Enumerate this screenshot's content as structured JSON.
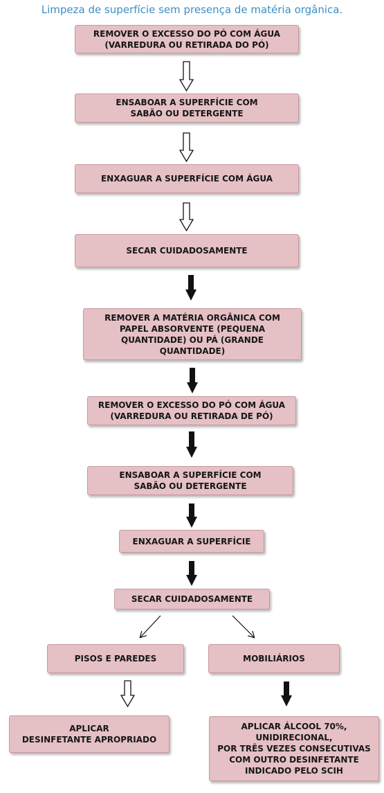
{
  "title": "Limpeza de superfície sem presença de matéria orgânica.",
  "steps": {
    "s1": "REMOVER O EXCESSO DO PÓ COM ÁGUA\n(VARREDURA OU RETIRADA DO PÓ)",
    "s2": "ENSABOAR A SUPERFÍCIE COM\nSABÃO OU DETERGENTE",
    "s3": "ENXAGUAR A SUPERFÍCIE COM ÁGUA",
    "s4": "SECAR CUIDADOSAMENTE",
    "s5": "REMOVER A MATÉRIA ORGÂNICA COM\nPAPEL ABSORVENTE (PEQUENA\nQUANTIDADE) OU PÁ (GRANDE\nQUANTIDADE)",
    "s6": "REMOVER O EXCESSO DO PÓ COM ÁGUA\n(VARREDURA OU RETIRADA DE PÓ)",
    "s7": "ENSABOAR A SUPERFÍCIE COM\nSABÃO OU DETERGENTE",
    "s8": "ENXAGUAR A SUPERFÍCIE",
    "s9": "SECAR CUIDADOSAMENTE",
    "pisos": "PISOS E PAREDES",
    "mobiliarios": "MOBILIÁRIOS",
    "aplicar_pisos": "APLICAR\nDESINFETANTE APROPRIADO",
    "aplicar_mob": "APLICAR ÁLCOOL 70%,\nUNIDIRECIONAL,\nPOR TRÊS VEZES CONSECUTIVAS\nCOM OUTRO DESINFETANTE\nINDICADO PELO SCIH"
  },
  "colors": {
    "title": "#3a8fc7",
    "box_fill": "#e5c0c4",
    "box_border": "#c79aa0",
    "arrow": "#111111"
  }
}
